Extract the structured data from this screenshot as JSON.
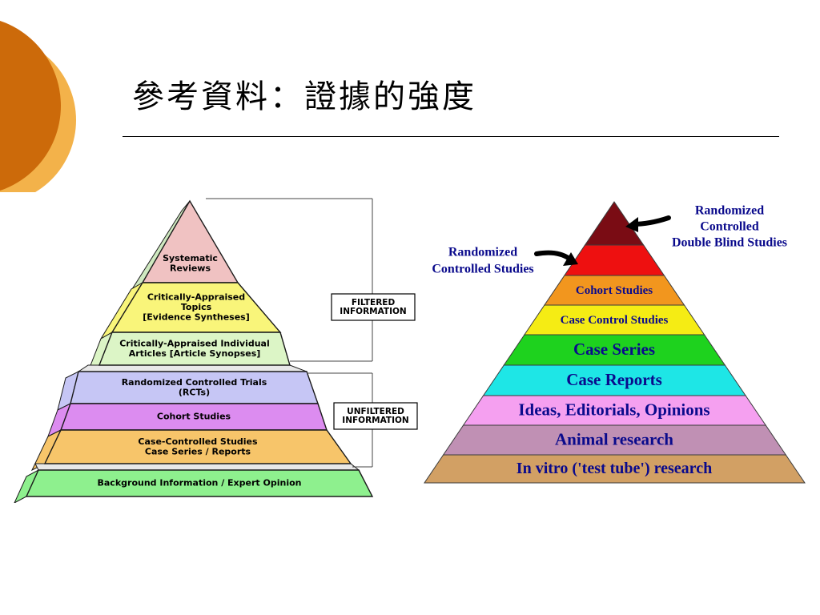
{
  "title": "參考資料：證據的強度",
  "colors": {
    "accent_dark": "#cc6a0a",
    "accent_light": "#f3b24a"
  },
  "left_pyramid": {
    "bracket_labels": {
      "filtered": [
        "FILTERED",
        "INFORMATION"
      ],
      "unfiltered": [
        "UNFILTERED",
        "INFORMATION"
      ]
    },
    "levels": [
      {
        "lines": [
          "Systematic",
          "Reviews"
        ],
        "color": "#f0c2c2"
      },
      {
        "lines": [
          "Critically-Appraised",
          "Topics",
          "[Evidence Syntheses]"
        ],
        "color": "#f9f57a"
      },
      {
        "lines": [
          "Critically-Appraised Individual",
          "Articles [Article Synopses]"
        ],
        "color": "#dcf5c6"
      },
      {
        "lines": [
          "Randomized Controlled Trials",
          "(RCTs)"
        ],
        "color": "#c6c6f5"
      },
      {
        "lines": [
          "Cohort Studies"
        ],
        "color": "#dc8cf0"
      },
      {
        "lines": [
          "Case-Controlled Studies",
          "Case Series / Reports"
        ],
        "color": "#f7c56a"
      },
      {
        "lines": [
          "Background Information / Expert Opinion"
        ],
        "color": "#8ef08e"
      }
    ]
  },
  "right_pyramid": {
    "levels": [
      {
        "label": "",
        "color": "#7a0c14"
      },
      {
        "label": "",
        "color": "#ee1010"
      },
      {
        "label": "Cohort Studies",
        "color": "#f2961e"
      },
      {
        "label": "Case Control Studies",
        "color": "#f5ec14"
      },
      {
        "label": "Case Series",
        "color": "#1ed21e"
      },
      {
        "label": "Case Reports",
        "color": "#1ee6e6"
      },
      {
        "label": "Ideas, Editorials, Opinions",
        "color": "#f5a0f0"
      },
      {
        "label": "Animal research",
        "color": "#c090b4"
      },
      {
        "label": "In vitro ('test tube') research",
        "color": "#d2a064"
      }
    ],
    "annotations": {
      "top": [
        "Randomized",
        "Controlled",
        "Double Blind Studies"
      ],
      "second": [
        "Randomized",
        "Controlled Studies"
      ]
    }
  }
}
